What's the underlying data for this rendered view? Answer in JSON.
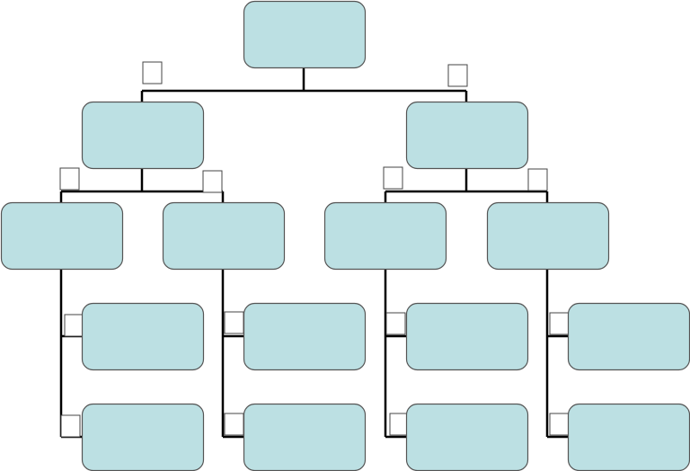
{
  "diagram": {
    "type": "org-chart",
    "colors": {
      "node_fill": "#bce0e3",
      "node_stroke": "#555555",
      "connector": "#000000",
      "marker_fill": "#ffffff",
      "marker_stroke": "#444444"
    },
    "nodes": [
      {
        "id": "root",
        "label": ""
      },
      {
        "id": "a",
        "parent": "root",
        "label": ""
      },
      {
        "id": "b",
        "parent": "root",
        "label": ""
      },
      {
        "id": "a1",
        "parent": "a",
        "label": ""
      },
      {
        "id": "a2",
        "parent": "a",
        "label": ""
      },
      {
        "id": "b1",
        "parent": "b",
        "label": ""
      },
      {
        "id": "b2",
        "parent": "b",
        "label": ""
      },
      {
        "id": "a1x",
        "parent": "a1",
        "label": ""
      },
      {
        "id": "a1y",
        "parent": "a1",
        "label": ""
      },
      {
        "id": "a2x",
        "parent": "a2",
        "label": ""
      },
      {
        "id": "a2y",
        "parent": "a2",
        "label": ""
      },
      {
        "id": "b1x",
        "parent": "b1",
        "label": ""
      },
      {
        "id": "b1y",
        "parent": "b1",
        "label": ""
      },
      {
        "id": "b2x",
        "parent": "b2",
        "label": ""
      },
      {
        "id": "b2y",
        "parent": "b2",
        "label": ""
      }
    ]
  }
}
